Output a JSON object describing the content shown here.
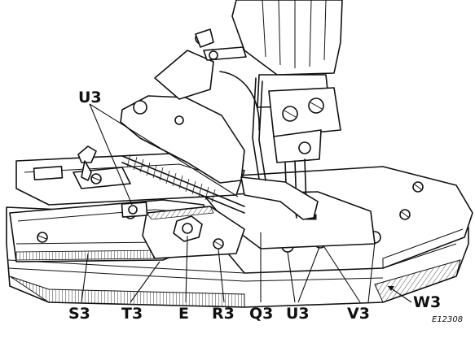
{
  "figure": {
    "catalog_number": "E12308",
    "callouts": {
      "u3_top": "U3",
      "s3": "S3",
      "t3": "T3",
      "e": "E",
      "r3": "R3",
      "q3": "Q3",
      "u3_bottom": "U3",
      "v3": "V3",
      "w3": "W3"
    }
  }
}
